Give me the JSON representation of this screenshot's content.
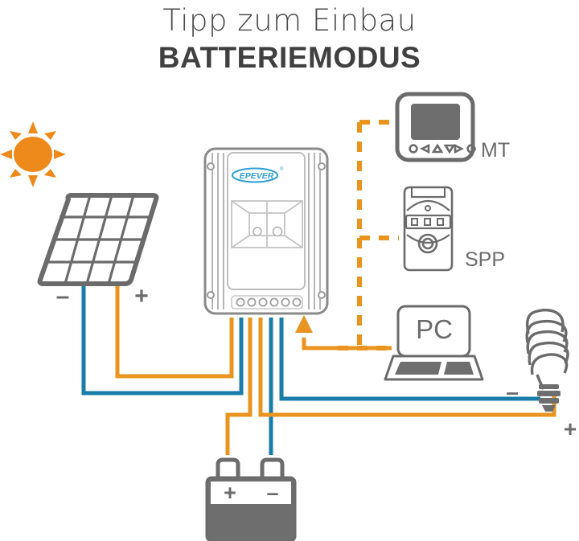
{
  "title": {
    "line1": "Tipp zum Einbau",
    "line2": "BATTERIEMODUS"
  },
  "colors": {
    "orange": "#E8941F",
    "blue": "#1A7CA8",
    "device_gray": "#6b6b6b",
    "device_fill": "#6e6e6e",
    "title_gray": "#4a4a4a",
    "logo_blue": "#2f9fd6",
    "sun_orange": "#EE8A1C"
  },
  "labels": {
    "mt": "MT",
    "spp": "SPP",
    "pc": "PC",
    "panel_minus": "–",
    "panel_plus": "+",
    "battery_plus": "+",
    "battery_minus": "–",
    "lamp_minus": "–",
    "lamp_plus": "+",
    "logo": "EPEVER",
    "logo_tm": "®"
  },
  "devices": [
    {
      "id": "sun",
      "name": "sun-icon",
      "label": ""
    },
    {
      "id": "solar-panel",
      "name": "solar-panel",
      "label": ""
    },
    {
      "id": "charge-controller",
      "name": "charge-controller",
      "label": "EPEVER"
    },
    {
      "id": "mt-display",
      "name": "mt-display",
      "label": "MT"
    },
    {
      "id": "spp-device",
      "name": "spp-device",
      "label": "SPP"
    },
    {
      "id": "pc-laptop",
      "name": "pc-laptop",
      "label": "PC"
    },
    {
      "id": "lamp",
      "name": "cfl-lamp",
      "label": ""
    },
    {
      "id": "battery",
      "name": "battery",
      "label": ""
    }
  ],
  "wiring": {
    "solar_negative": "blue",
    "solar_positive": "orange",
    "battery_positive": "orange",
    "battery_negative": "blue",
    "load_negative": "blue",
    "load_positive": "orange",
    "comm_line": "orange-dashed"
  },
  "mt_buttons": [
    "circle",
    "triangle-left",
    "triangle-up",
    "triangle-down",
    "triangle-right",
    "circle"
  ],
  "controller": {
    "led_count": 6,
    "panel_grid_rows": 4,
    "panel_grid_cols": 4
  }
}
